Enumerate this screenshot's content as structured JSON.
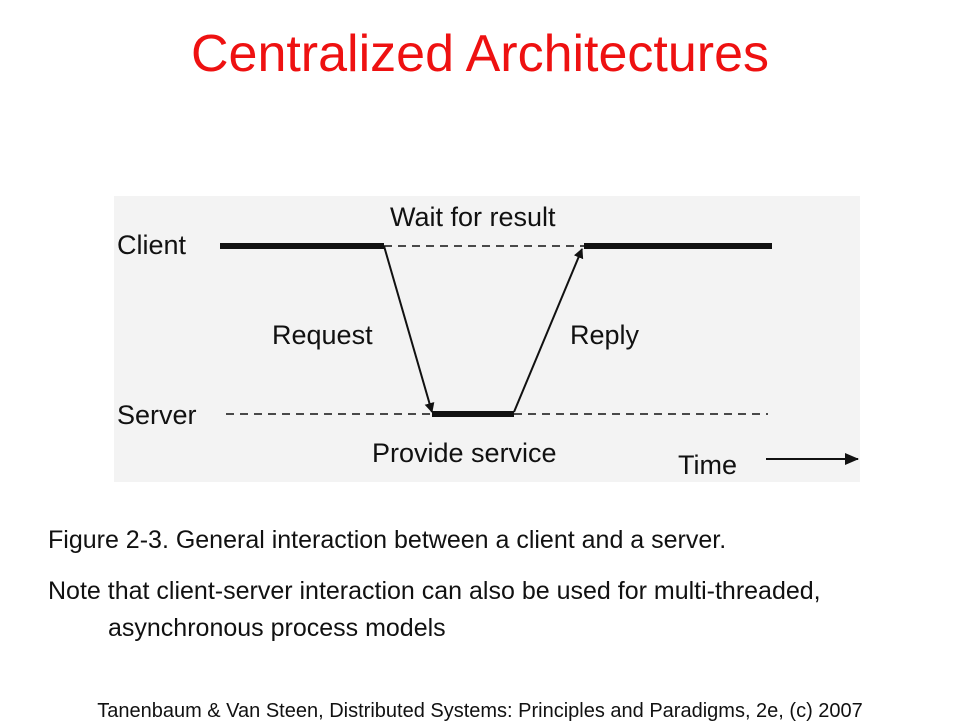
{
  "slide": {
    "title": "Centralized Architectures",
    "title_color": "#ee1111",
    "caption": "Figure 2-3. General interaction between a client and a server.",
    "note": "Note that client-server interaction can also be used for multi-threaded, asynchronous process models",
    "footer": "Tanenbaum & Van Steen, Distributed Systems: Principles and Paradigms, 2e, (c) 2007"
  },
  "diagram": {
    "background": "#f3f3f3",
    "labels": {
      "client": "Client",
      "server": "Server",
      "wait": "Wait for result",
      "request": "Request",
      "reply": "Reply",
      "provide": "Provide service",
      "time": "Time"
    }
  }
}
